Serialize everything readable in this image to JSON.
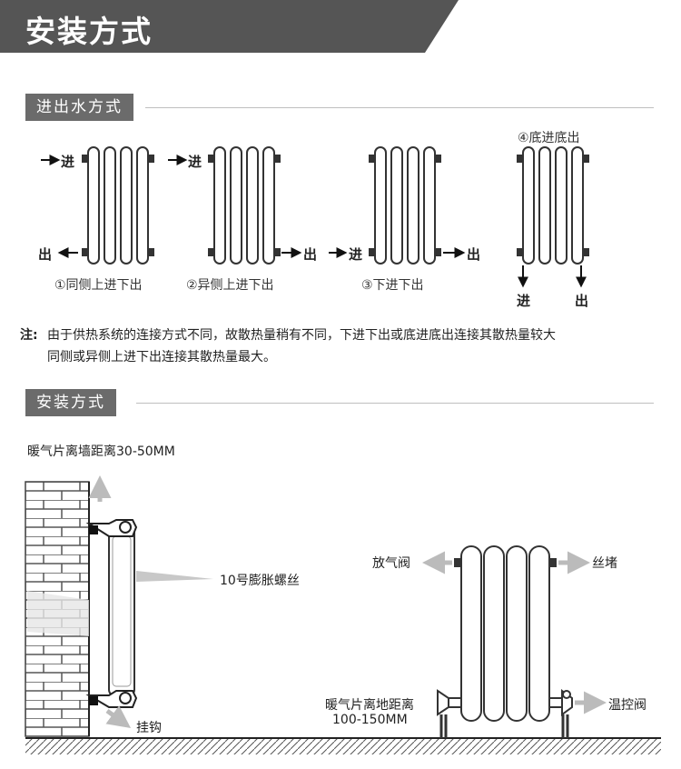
{
  "header": {
    "title": "安装方式"
  },
  "section1": {
    "label": "进出水方式",
    "diagrams": [
      {
        "caption": "①同侧上进下出",
        "in_label": "进",
        "out_label": "出"
      },
      {
        "caption": "②异侧上进下出",
        "in_label": "进",
        "out_label": "出"
      },
      {
        "caption": "③下进下出",
        "in_label": "进",
        "out_label": "出"
      },
      {
        "caption": "④底进底出",
        "in_label": "进",
        "out_label": "出"
      }
    ],
    "note_prefix": "注:",
    "note_line1": "由于供热系统的连接方式不同，故散热量稍有不同，下进下出或底进底出连接其散热量较大",
    "note_line2": "同侧或异侧上进下出连接其散热量最大。"
  },
  "section2": {
    "label": "安装方式",
    "wall_distance": "暖气片离墙距离30-50MM",
    "screw": "10号膨胀螺丝",
    "hook": "挂钩",
    "vent_valve": "放气阀",
    "plug": "丝堵",
    "temp_valve": "温控阀",
    "floor_distance_1": "暖气片离地距离",
    "floor_distance_2": "100-150MM"
  }
}
